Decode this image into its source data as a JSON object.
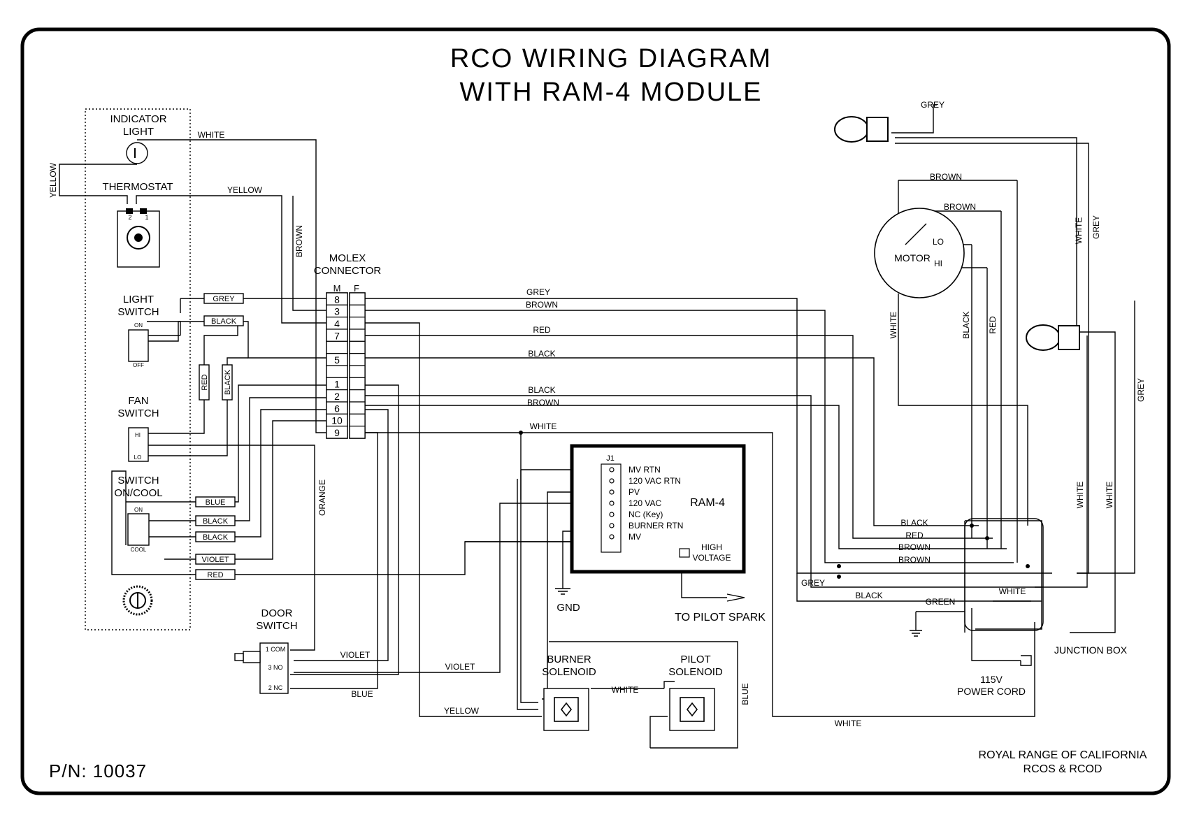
{
  "title": {
    "line1": "RCO WIRING DIAGRAM",
    "line2": "WITH RAM-4 MODULE"
  },
  "part_number": "P/N: 10037",
  "footer": {
    "company": "ROYAL RANGE OF CALIFORNIA",
    "models": "RCOS & RCOD"
  },
  "components": {
    "indicator_light": [
      "INDICATOR",
      "LIGHT"
    ],
    "thermostat": "THERMOSTAT",
    "light_switch": [
      "LIGHT",
      "SWITCH"
    ],
    "fan_switch": [
      "FAN",
      "SWITCH"
    ],
    "switch_on_cool": [
      "SWITCH",
      "ON/COOL"
    ],
    "molex_connector": [
      "MOLEX",
      "CONNECTOR"
    ],
    "door_switch": [
      "DOOR",
      "SWITCH"
    ],
    "burner_solenoid": [
      "BURNER",
      "SOLENOID"
    ],
    "pilot_solenoid": [
      "PILOT",
      "SOLENOID"
    ],
    "motor": "MOTOR",
    "motor_lo": "LO",
    "motor_hi": "HI",
    "junction_box": "JUNCTION BOX",
    "power_cord": [
      "115V",
      "POWER CORD"
    ],
    "gnd": "GND",
    "pilot_spark": "TO PILOT SPARK"
  },
  "small_labels": {
    "on": "ON",
    "off": "OFF",
    "hi": "HI",
    "lo": "LO",
    "cool": "COOL",
    "m": "M",
    "f": "F",
    "j1": "J1",
    "door_com": "1 COM",
    "door_no": "3 NO",
    "door_nc": "2 NC",
    "tstat_2": "2",
    "tstat_1": "1"
  },
  "molex_pins": [
    "8",
    "3",
    "4",
    "7",
    "",
    "5",
    "",
    "1",
    "2",
    "6",
    "10",
    "9"
  ],
  "ram4": {
    "title": "RAM-4",
    "terminals": [
      "MV RTN",
      "120 VAC RTN",
      "PV",
      "120 VAC",
      "NC (Key)",
      "BURNER RTN",
      "MV"
    ],
    "high_voltage": [
      "HIGH",
      "VOLTAGE"
    ]
  },
  "wire_labels": {
    "white_top": "WHITE",
    "yellow_left": "YELLOW",
    "yellow_thermo": "YELLOW",
    "brown_vertical": "BROWN",
    "orange": "ORANGE",
    "grey_main": "GREY",
    "brown_main": "BROWN",
    "red_main": "RED",
    "black_main": "BLACK",
    "black_main2": "BLACK",
    "brown_main2": "BROWN",
    "white_main": "WHITE",
    "violet_door": "VIOLET",
    "violet_ram": "VIOLET",
    "blue_door": "BLUE",
    "yellow_bottom": "YELLOW",
    "white_solenoid": "WHITE",
    "blue_pilot": "BLUE",
    "white_bottom": "WHITE",
    "grey_lamp": "GREY",
    "brown_motor1": "BROWN",
    "brown_motor2": "BROWN",
    "white_motor": "WHITE",
    "black_motor": "BLACK",
    "red_motor": "RED",
    "white_lamp": "WHITE",
    "grey_lamp_v": "GREY",
    "grey_right": "GREY",
    "white_right1": "WHITE",
    "white_right2": "WHITE",
    "jb_black": "BLACK",
    "jb_red": "RED",
    "jb_brown1": "BROWN",
    "jb_brown2": "BROWN",
    "jb_grey": "GREY",
    "jb_black2": "BLACK",
    "jb_green": "GREEN",
    "jb_white": "WHITE"
  },
  "tags": {
    "grey": "GREY",
    "black1": "BLACK",
    "red_v": "RED",
    "black_v": "BLACK",
    "blue": "BLUE",
    "black2": "BLACK",
    "black3": "BLACK",
    "violet": "VIOLET",
    "red": "RED"
  }
}
